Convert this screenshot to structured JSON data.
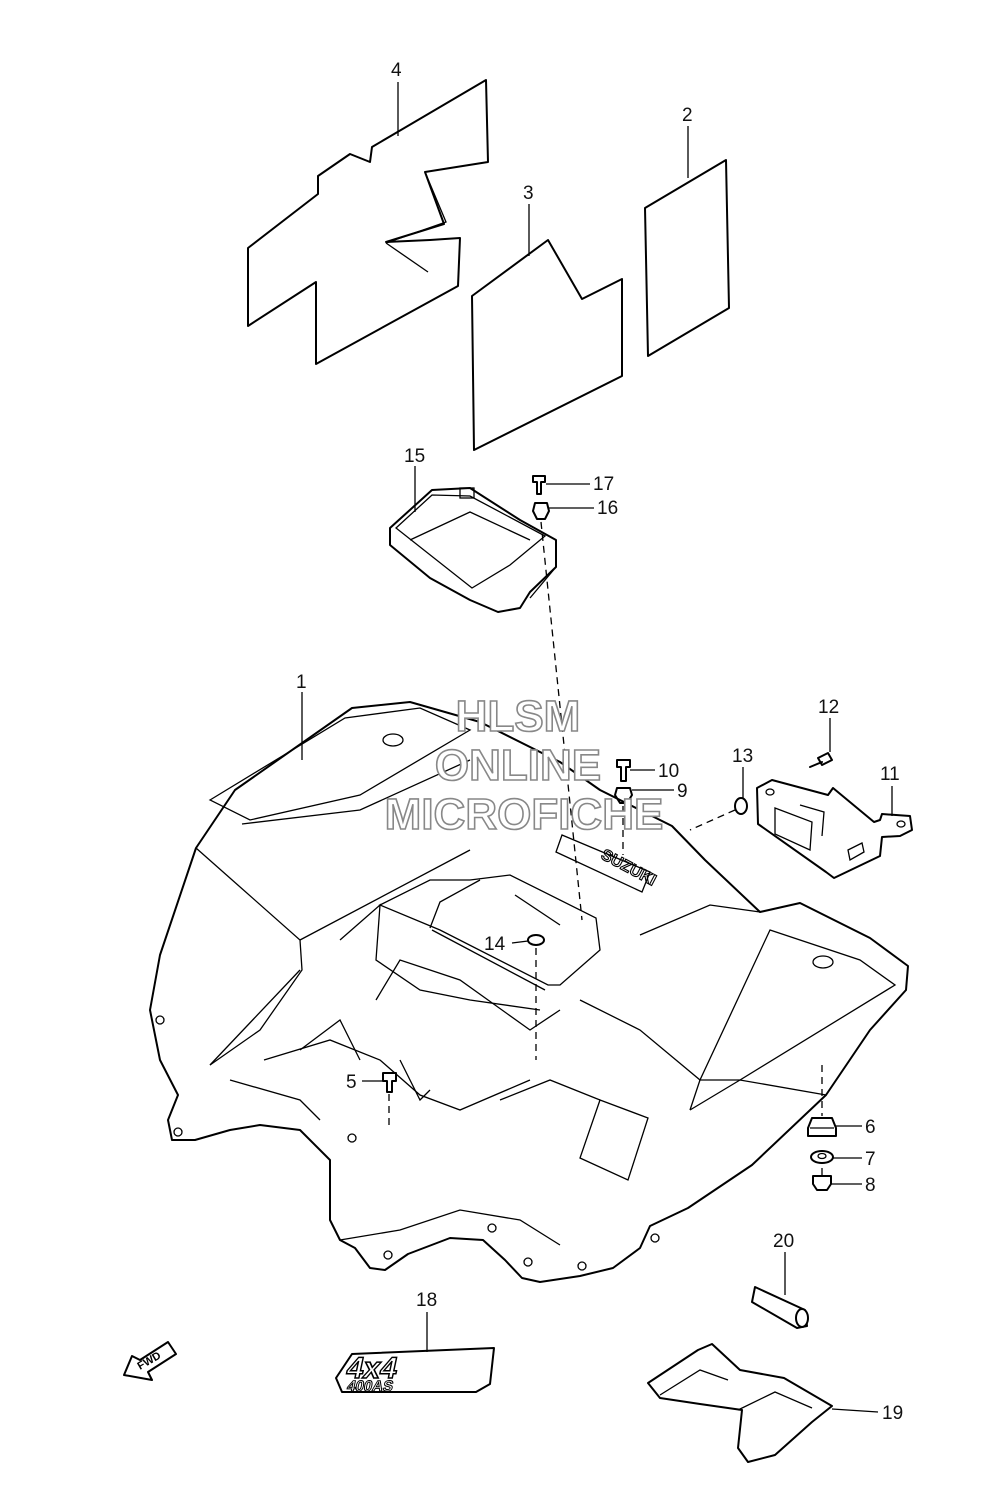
{
  "callouts": [
    {
      "id": "p1",
      "text": "1"
    },
    {
      "id": "p2",
      "text": "2"
    },
    {
      "id": "p3",
      "text": "3"
    },
    {
      "id": "p4",
      "text": "4"
    },
    {
      "id": "p5",
      "text": "5"
    },
    {
      "id": "p6",
      "text": "6"
    },
    {
      "id": "p7",
      "text": "7"
    },
    {
      "id": "p8",
      "text": "8"
    },
    {
      "id": "p9",
      "text": "9"
    },
    {
      "id": "p10",
      "text": "10"
    },
    {
      "id": "p11",
      "text": "11"
    },
    {
      "id": "p12",
      "text": "12"
    },
    {
      "id": "p13",
      "text": "13"
    },
    {
      "id": "p14",
      "text": "14"
    },
    {
      "id": "p15",
      "text": "15"
    },
    {
      "id": "p16",
      "text": "16"
    },
    {
      "id": "p17",
      "text": "17"
    },
    {
      "id": "p18",
      "text": "18"
    },
    {
      "id": "p19",
      "text": "19"
    },
    {
      "id": "p20",
      "text": "20"
    }
  ],
  "watermark": {
    "line1": "HLSM",
    "line2": "ONLINE",
    "line3": "MICROFICHE"
  },
  "fender_brand": "SUZUKI",
  "emblem": {
    "main": "4x4",
    "sub": "400AS"
  },
  "forward_arrow": "FWD",
  "colors": {
    "line": "#000000",
    "background": "#ffffff",
    "watermark_outline": "#888888"
  }
}
